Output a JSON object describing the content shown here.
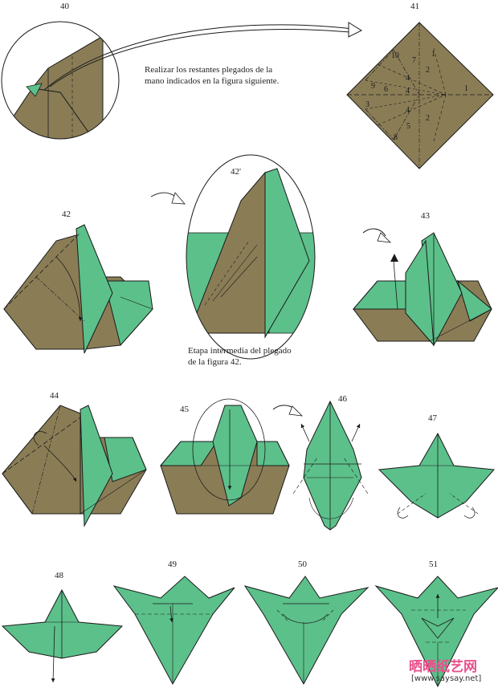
{
  "colors": {
    "paper_brown": "#8a7d56",
    "paper_green": "#5cc08a",
    "line": "#1a1a1a",
    "brand_pink": "#e8508c"
  },
  "steps": {
    "s40": "40",
    "s41": "41",
    "s42": "42",
    "s42p": "42'",
    "s43": "43",
    "s44": "44",
    "s45": "45",
    "s46": "46",
    "s47": "47",
    "s48": "48",
    "s49": "49",
    "s50": "50",
    "s51": "51"
  },
  "fold_numbers": [
    "1",
    "1",
    "2",
    "2",
    "3",
    "4",
    "4",
    "4",
    "5",
    "6",
    "7",
    "8",
    "9",
    "10"
  ],
  "notes": {
    "top_line1": "Realizar los restantes plegados de la",
    "top_line2": "mano indicados en la figura siguiente.",
    "mid_line1": "Etapa intermedia del plegado",
    "mid_line2": "de la figura 42."
  },
  "watermark": {
    "brand": "晒晒纸艺网",
    "url": "[www.saysay.net]"
  }
}
